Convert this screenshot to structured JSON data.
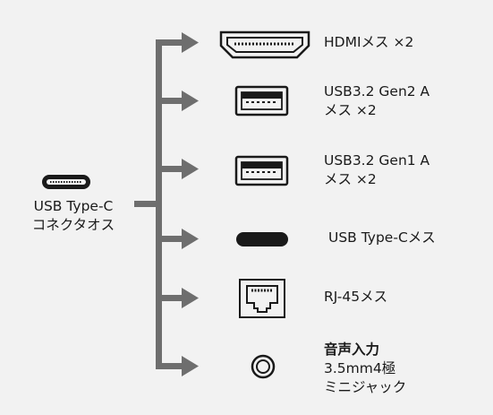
{
  "source": {
    "line1": "USB Type-C",
    "line2": "コネクタオス",
    "icon": "usb-c-connector-icon"
  },
  "ports": [
    {
      "lines": [
        "HDMIメス ×2"
      ],
      "icon": "hdmi-port-icon"
    },
    {
      "lines": [
        "USB3.2 Gen2 A",
        "メス ×2"
      ],
      "icon": "usb-a-port-icon"
    },
    {
      "lines": [
        "USB3.2 Gen1 A",
        "メス ×2"
      ],
      "icon": "usb-a-port-icon"
    },
    {
      "lines": [
        "USB Type-Cメス"
      ],
      "icon": "usb-c-port-icon"
    },
    {
      "lines": [
        "RJ-45メス"
      ],
      "icon": "rj45-port-icon"
    },
    {
      "lines": [
        "音声入力",
        "3.5mm4極",
        "ミニジャック"
      ],
      "icon": "audio-jack-icon",
      "bold_first": true
    }
  ],
  "colors": {
    "background": "#f2f2f2",
    "arrow": "#6e6e6e",
    "icon": "#1a1a1a",
    "text": "#1a1a1a"
  }
}
